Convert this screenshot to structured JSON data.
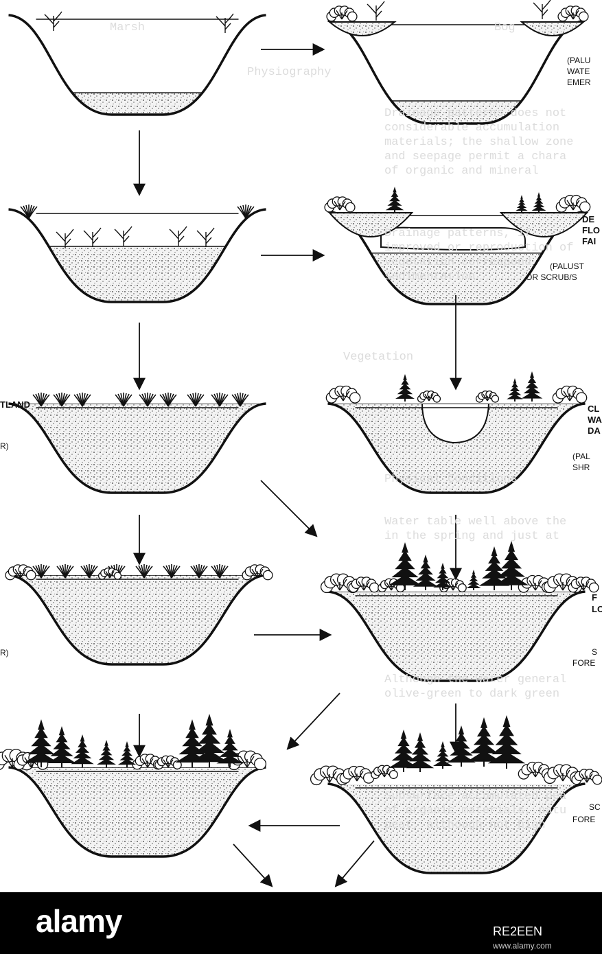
{
  "background_text": [
    "Bog",
    "Marsh",
    "Physiography",
    "Drainage patterns does not",
    "considerable accumulation",
    "materials; the shallow zone",
    "and seepage permit a chara",
    "of organic and mineral",
    "Drainage patterns, if",
    "improved or reproduction of",
    "vegetation correspond",
    "sedimentation",
    "Vegetation",
    "Physical Conditions",
    "Water table well above the",
    "in the spring and just at",
    "Although the water general",
    "olive-green to dark green",
    "Subsurface accumulated pea",
    "of organic materials, natu",
    "peat, although not high"
  ],
  "labels": {
    "r1": [
      "(PALU",
      "WATE",
      "EMER"
    ],
    "r2": [
      "DE",
      "FLO",
      "FAI",
      "(PALUST",
      "OR SCRUB/S"
    ],
    "r3_right": [
      "CL",
      "WA",
      "DA",
      "(PAL",
      "SHR"
    ],
    "r3_left": [
      "TLAND",
      "R)"
    ],
    "r4_right": [
      "F",
      "LO",
      "S",
      "FORE"
    ],
    "r4_left": [
      "R)"
    ],
    "r5_right": [
      "SC",
      "FORE"
    ]
  },
  "footer": {
    "logo": "alamy",
    "stock_id": "RE2EEN",
    "url": "www.alamy.com"
  },
  "watermarks": [
    "alamy",
    "alamy",
    "alamy"
  ],
  "colors": {
    "ink": "#111111",
    "sediment": "#f1f1f1",
    "footer": "#000000"
  }
}
